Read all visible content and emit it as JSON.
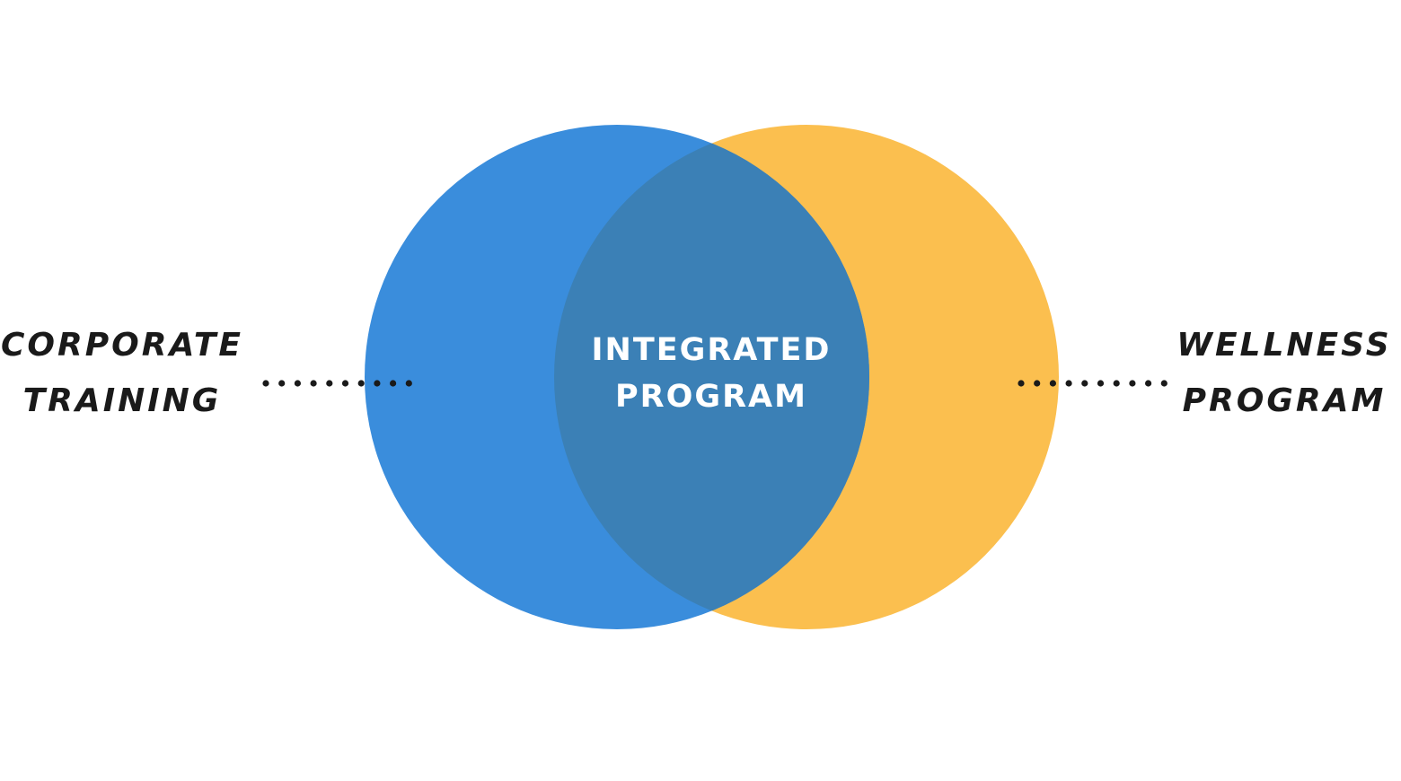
{
  "diagram": {
    "type": "venn",
    "left_set": {
      "lines": [
        "CORPORATE",
        "TRAINING"
      ],
      "color": "#3a8ddc"
    },
    "right_set": {
      "lines": [
        "WELLNESS",
        "PROGRAM"
      ],
      "color": "#fbbf4f"
    },
    "intersection": {
      "lines": [
        "INTEGRATED",
        "PROGRAM"
      ],
      "color": "#3b80b6"
    },
    "label_color": "#1a1a1a",
    "connector_color": "#1a1a1a",
    "connector_style": "dotted"
  }
}
